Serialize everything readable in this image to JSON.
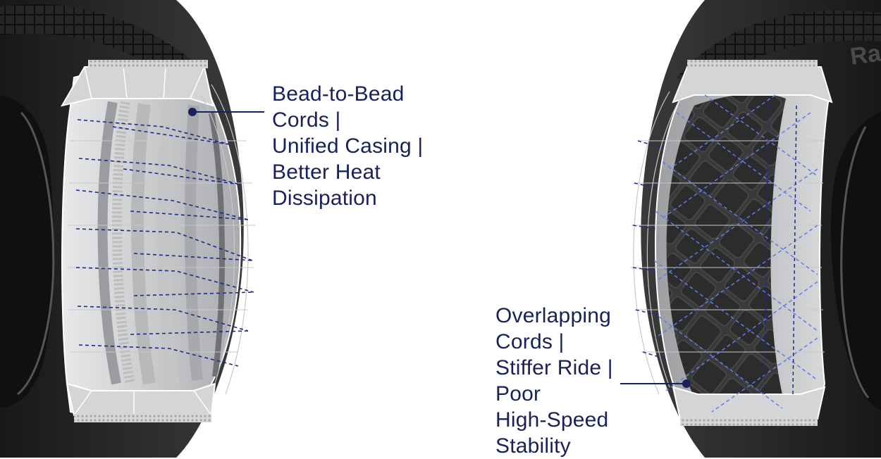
{
  "diagram": {
    "radial_label_lines": [
      "Bead-to-Bead",
      "Cords |",
      "Unified Casing |",
      "Better Heat",
      "Dissipation"
    ],
    "bias_label_lines": [
      "Overlapping",
      "Cords |",
      "Stiffer Ride |",
      "Poor",
      "High-Speed",
      "Stability"
    ],
    "sidewall_text_fragment": "Ra",
    "colors": {
      "label_text": "#17215a",
      "leader_line": "#17215a",
      "cord_dashes": "#1c2b8c",
      "bias_cord_dashes": "#5b7ee8",
      "tire_rubber": "#2a2a2a",
      "cutaway_gray": "#cfd1d3"
    }
  }
}
